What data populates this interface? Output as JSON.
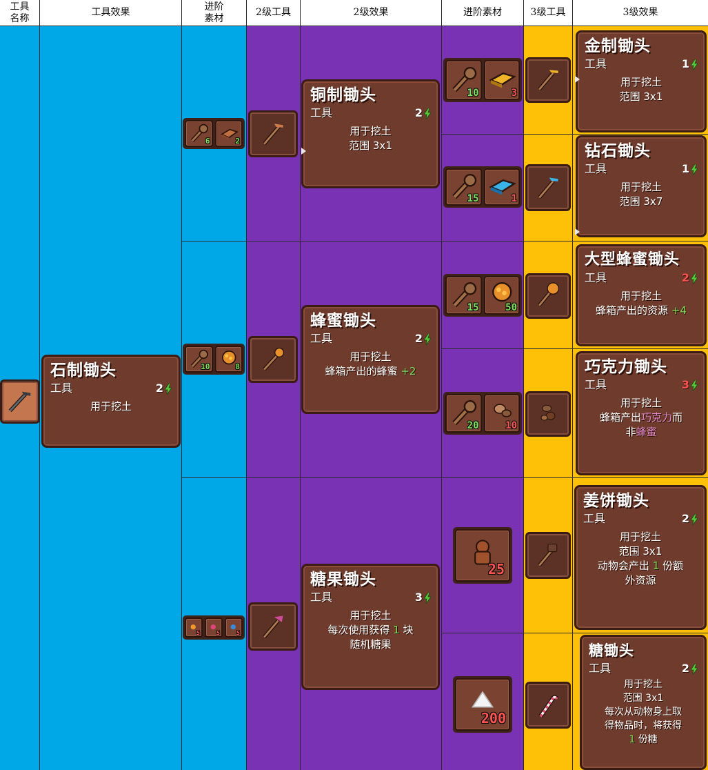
{
  "headers": {
    "tool_name": "工具\n名称",
    "tool_effect": "工具效果",
    "mat1": "进阶\n素材",
    "tool2": "2级工具",
    "effect2": "2级效果",
    "mat2": "进阶素材",
    "tool3": "3级工具",
    "effect3": "3级效果"
  },
  "colors": {
    "blue": "#00a8e8",
    "purple": "#7a32b5",
    "gold": "#ffc107",
    "card": "#6e3b2c"
  },
  "base": {
    "name": "石制锄头",
    "type": "工具",
    "energy": "2",
    "desc": "用于挖土"
  },
  "tier2": [
    {
      "name": "铜制锄头",
      "type": "工具",
      "energy": "2",
      "desc1": "用于挖土",
      "desc2": "范围 3x1",
      "mats": [
        {
          "icon": "handle-icon",
          "qty": "6"
        },
        {
          "icon": "copper-bar-icon",
          "qty": "2"
        }
      ]
    },
    {
      "name": "蜂蜜锄头",
      "type": "工具",
      "energy": "2",
      "desc1": "用于挖土",
      "desc2": "蜂箱产出的蜂蜜",
      "bonus": "+2",
      "mats": [
        {
          "icon": "handle-icon",
          "qty": "10"
        },
        {
          "icon": "honeycomb-icon",
          "qty": "8"
        }
      ]
    },
    {
      "name": "糖果锄头",
      "type": "工具",
      "energy": "3",
      "desc1": "用于挖土",
      "desc2a": "每次使用获得",
      "num": "1",
      "desc2b": "块",
      "desc3": "随机糖果",
      "mats": [
        {
          "icon": "candy-orange-icon",
          "qty": "5"
        },
        {
          "icon": "candy-pink-icon",
          "qty": "5"
        },
        {
          "icon": "candy-blue-icon",
          "qty": "5"
        }
      ]
    }
  ],
  "tier3": [
    {
      "name": "金制锄头",
      "type": "工具",
      "energy": "1",
      "desc1": "用于挖土",
      "desc2": "范围 3x1",
      "mats": [
        {
          "icon": "handle-icon",
          "qty": "10"
        },
        {
          "icon": "gold-bar-icon",
          "qty": "3"
        }
      ]
    },
    {
      "name": "钻石锄头",
      "type": "工具",
      "energy": "1",
      "desc1": "用于挖土",
      "desc2": "范围 3x7",
      "mats": [
        {
          "icon": "handle-icon",
          "qty": "15"
        },
        {
          "icon": "diamond-bar-icon",
          "qty": "1"
        }
      ]
    },
    {
      "name": "大型蜂蜜锄头",
      "type": "工具",
      "energy": "2",
      "desc1": "用于挖土",
      "desc2": "蜂箱产出的资源",
      "bonus": "+4",
      "mats": [
        {
          "icon": "handle-icon",
          "qty": "15"
        },
        {
          "icon": "honeycomb-icon",
          "qty": "50"
        }
      ]
    },
    {
      "name": "巧克力锄头",
      "type": "工具",
      "energy": "3",
      "desc1": "用于挖土",
      "desc2a": "蜂箱产出",
      "hl1": "巧克力",
      "desc2b": "而",
      "desc3a": "非",
      "hl2": "蜂蜜",
      "mats": [
        {
          "icon": "handle-icon",
          "qty": "20"
        },
        {
          "icon": "cocoa-icon",
          "qty": "10"
        }
      ]
    },
    {
      "name": "姜饼锄头",
      "type": "工具",
      "energy": "2",
      "desc1": "用于挖土",
      "desc2": "范围 3x1",
      "desc3a": "动物会产出",
      "num": "1",
      "desc3b": "份额",
      "desc4": "外资源",
      "mats": [
        {
          "icon": "gingerbread-icon",
          "qty": "25"
        }
      ]
    },
    {
      "name": "糖锄头",
      "type": "工具",
      "energy": "2",
      "desc1": "用于挖土",
      "desc2": "范围 3x1",
      "desc3": "每次从动物身上取",
      "desc4": "得物品时，将获得",
      "num": "1",
      "desc5": "份糖",
      "mats": [
        {
          "icon": "sugar-icon",
          "qty": "200"
        }
      ]
    }
  ]
}
